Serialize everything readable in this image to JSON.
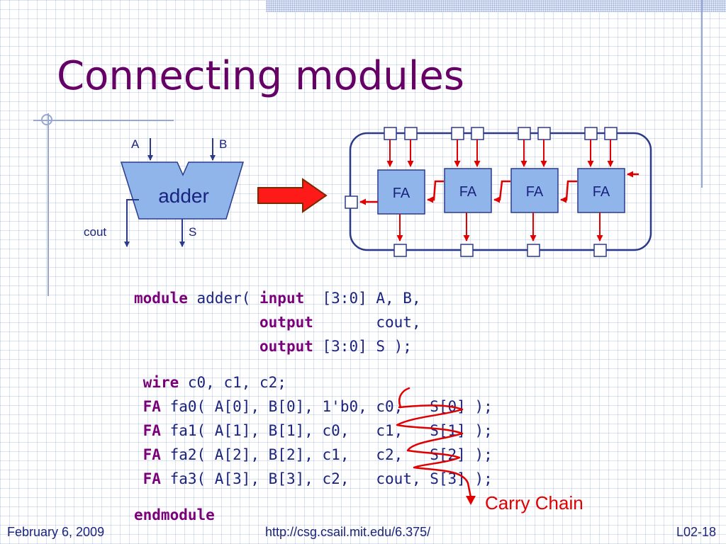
{
  "slide": {
    "title": "Connecting modules"
  },
  "adder_diagram": {
    "module_label": "adder",
    "input_a": "A",
    "input_b": "B",
    "carry_out": "cout",
    "sum_out": "S"
  },
  "ripple_diagram": {
    "blocks": [
      "FA",
      "FA",
      "FA",
      "FA"
    ]
  },
  "code": {
    "lines": [
      [
        {
          "t": "module",
          "k": true
        },
        {
          "t": " adder( "
        },
        {
          "t": "input",
          "k": true
        },
        {
          "t": "  [3:0] A, B,"
        }
      ],
      [
        {
          "t": "              "
        },
        {
          "t": "output",
          "k": true
        },
        {
          "t": "       cout,"
        }
      ],
      [
        {
          "t": "              "
        },
        {
          "t": "output",
          "k": true
        },
        {
          "t": " [3:0] S );"
        }
      ],
      [],
      [
        {
          "t": " "
        },
        {
          "t": "wire",
          "k": true
        },
        {
          "t": " c0, c1, c2;"
        }
      ],
      [
        {
          "t": " "
        },
        {
          "t": "FA",
          "k": true
        },
        {
          "t": " fa0( A[0], B[0], 1'b0, c0,   S[0] );"
        }
      ],
      [
        {
          "t": " "
        },
        {
          "t": "FA",
          "k": true
        },
        {
          "t": " fa1( A[1], B[1], c0,   c1,   S[1] );"
        }
      ],
      [
        {
          "t": " "
        },
        {
          "t": "FA",
          "k": true
        },
        {
          "t": " fa2( A[2], B[2], c1,   c2,   S[2] );"
        }
      ],
      [
        {
          "t": " "
        },
        {
          "t": "FA",
          "k": true
        },
        {
          "t": " fa3( A[3], B[3], c2,   cout, S[3] );"
        }
      ],
      [],
      [
        {
          "t": "endmodule",
          "k": true
        }
      ]
    ]
  },
  "annotation": {
    "label": "Carry Chain",
    "color": "#e00000"
  },
  "footer": {
    "date": "February 6, 2009",
    "url": "http://csg.csail.mit.edu/6.375/",
    "page": "L02-18"
  },
  "colors": {
    "title": "#660066",
    "keyword": "#7a007a",
    "code_text": "#1a237e",
    "block_fill": "#8fb5ea",
    "arrow_red": "#e00000",
    "frame": "#2b3a8a"
  }
}
